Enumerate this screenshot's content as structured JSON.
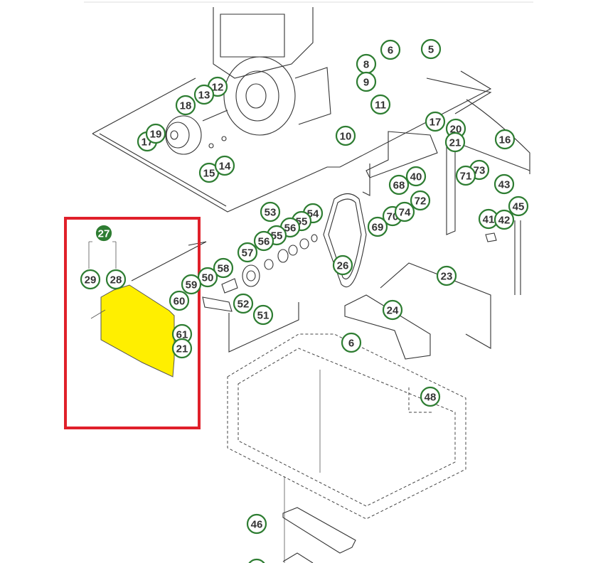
{
  "diagram": {
    "highlight_color": "#ffef00",
    "selection_color": "#e0202a",
    "callout_color": "#2e7d32",
    "selected_part": "27",
    "callouts": [
      "6",
      "5",
      "8",
      "9",
      "11",
      "10",
      "12",
      "13",
      "18",
      "17",
      "19",
      "15",
      "14",
      "17",
      "20",
      "21",
      "16",
      "73",
      "71",
      "40",
      "68",
      "72",
      "70",
      "74",
      "69",
      "43",
      "45",
      "41",
      "42",
      "53",
      "54",
      "55",
      "56",
      "55",
      "56",
      "57",
      "58",
      "50",
      "59",
      "60",
      "52",
      "51",
      "26",
      "23",
      "24",
      "6",
      "48",
      "46",
      "61",
      "21",
      "29",
      "28",
      "27",
      ""
    ]
  }
}
